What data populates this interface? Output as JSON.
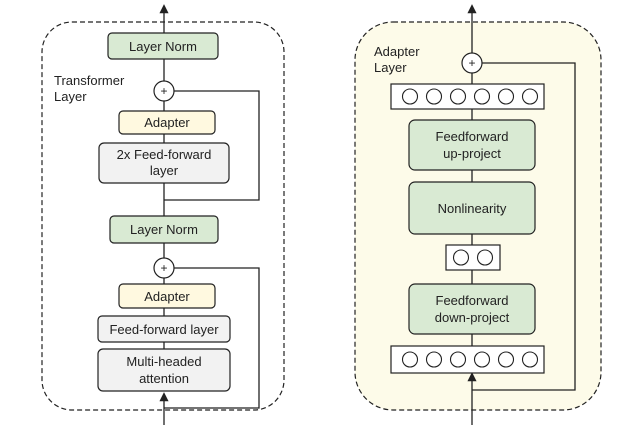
{
  "transformer": {
    "label_line1": "Transformer",
    "label_line2": "Layer",
    "layer_norm_top": "Layer Norm",
    "adapter_top": "Adapter",
    "ff2x_line1": "2x Feed-forward",
    "ff2x_line2": "layer",
    "layer_norm_mid": "Layer Norm",
    "adapter_bottom": "Adapter",
    "ff_layer": "Feed-forward layer",
    "mha_line1": "Multi-headed",
    "mha_line2": "attention",
    "add_symbol_top": "+",
    "add_symbol_bottom": "+"
  },
  "adapter": {
    "label_line1": "Adapter",
    "label_line2": "Layer",
    "ff_up_line1": "Feedforward",
    "ff_up_line2": "up-project",
    "nonlinearity": "Nonlinearity",
    "ff_down_line1": "Feedforward",
    "ff_down_line2": "down-project",
    "add_symbol": "+"
  },
  "colors": {
    "green_fill": "#d9ead3",
    "yellow_fill": "#fff9e0",
    "gray_fill": "#f2f2f2",
    "adapter_bg": "#fdfbe9",
    "stroke": "#222222"
  }
}
